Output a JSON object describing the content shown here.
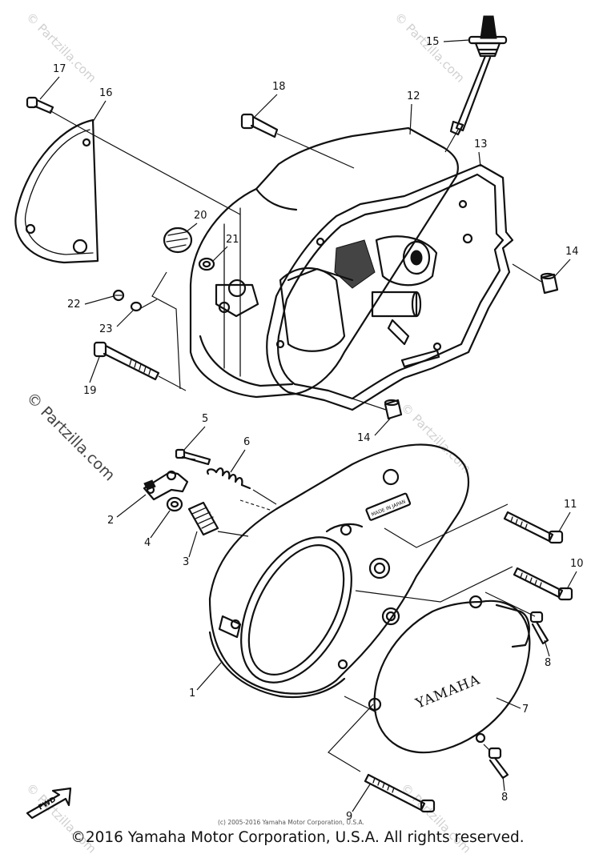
{
  "callouts": {
    "c1": "1",
    "c2": "2",
    "c3": "3",
    "c4": "4",
    "c5": "5",
    "c6": "6",
    "c7": "7",
    "c8a": "8",
    "c8b": "8",
    "c9": "9",
    "c10": "10",
    "c11": "11",
    "c12": "12",
    "c13": "13",
    "c14a": "14",
    "c14b": "14",
    "c15": "15",
    "c16": "16",
    "c17": "17",
    "c18": "18",
    "c19": "19",
    "c20": "20",
    "c21": "21",
    "c22": "22",
    "c23": "23"
  },
  "watermarks": {
    "side": "© Partzilla.com",
    "tl": "© Partzilla.com",
    "tr": "© Partzilla.com",
    "mr": "© Partzilla.com",
    "bl": "© Partzilla.com",
    "br": "© Partzilla.com"
  },
  "labels": {
    "brand": "YAMAHA",
    "made_in": "MADE IN JAPAN",
    "fwd": "FWD"
  },
  "small_copyright": "(c) 2005-2016 Yamaha Motor Corporation, U.S.A.",
  "copyright": "©2016 Yamaha Motor Corporation, U.S.A. All rights reserved."
}
